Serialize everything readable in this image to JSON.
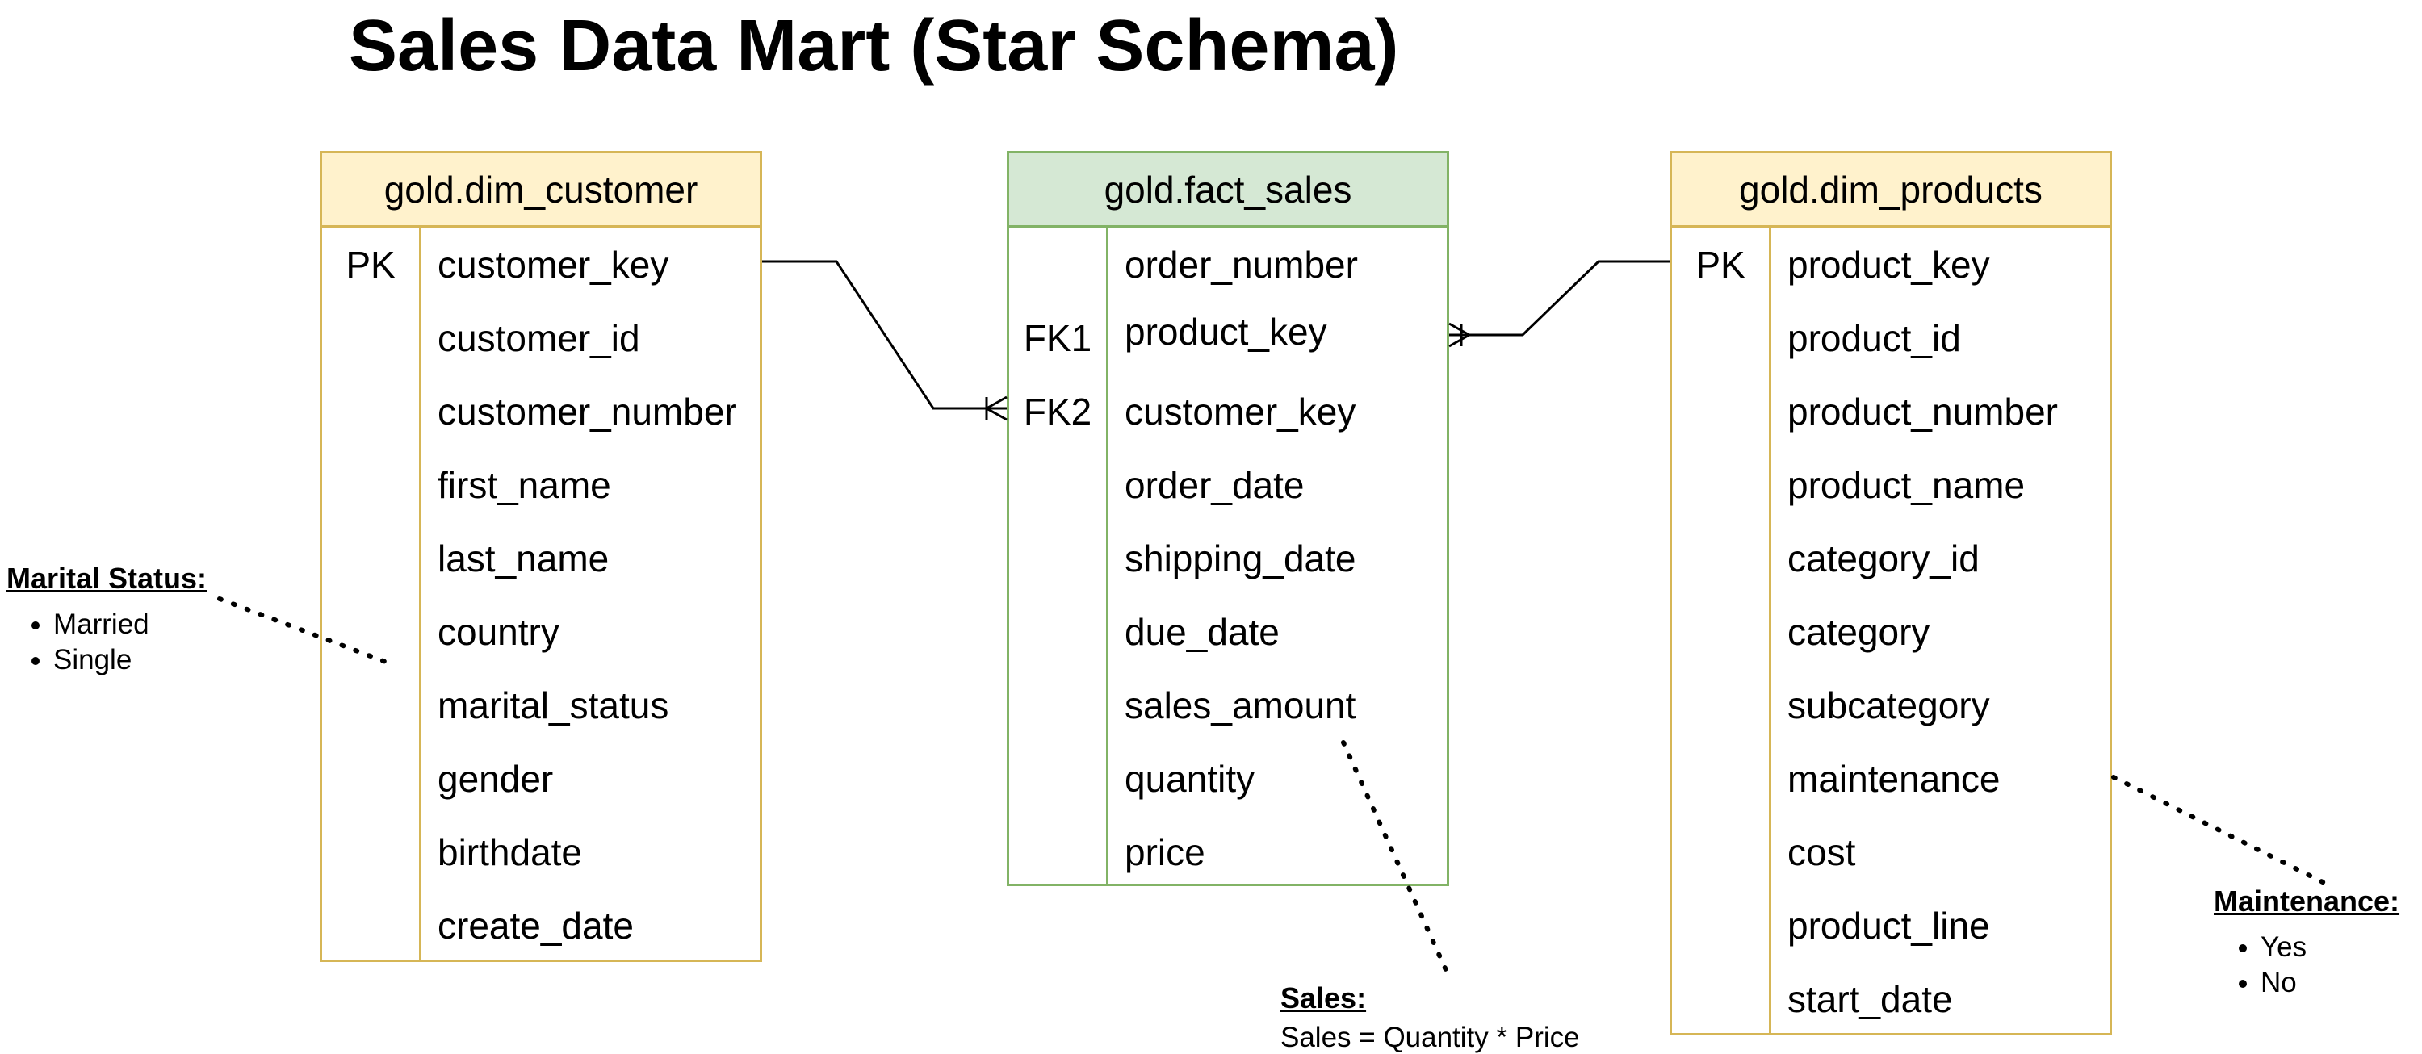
{
  "title": "Sales Data Mart (Star Schema)",
  "tables": {
    "dim_customer": {
      "name": "gold.dim_customer",
      "rows": [
        {
          "key": "PK",
          "field": "customer_key"
        },
        {
          "key": "",
          "field": "customer_id"
        },
        {
          "key": "",
          "field": "customer_number"
        },
        {
          "key": "",
          "field": "first_name"
        },
        {
          "key": "",
          "field": "last_name"
        },
        {
          "key": "",
          "field": "country"
        },
        {
          "key": "",
          "field": "marital_status"
        },
        {
          "key": "",
          "field": "gender"
        },
        {
          "key": "",
          "field": "birthdate"
        },
        {
          "key": "",
          "field": "create_date"
        }
      ]
    },
    "fact_sales": {
      "name": "gold.fact_sales",
      "rows": [
        {
          "key": "",
          "field": "order_number"
        },
        {
          "key": "FK1",
          "field": "product_key"
        },
        {
          "key": "FK2",
          "field": "customer_key"
        },
        {
          "key": "",
          "field": "order_date"
        },
        {
          "key": "",
          "field": "shipping_date"
        },
        {
          "key": "",
          "field": "due_date"
        },
        {
          "key": "",
          "field": "sales_amount"
        },
        {
          "key": "",
          "field": "quantity"
        },
        {
          "key": "",
          "field": "price"
        }
      ]
    },
    "dim_products": {
      "name": "gold.dim_products",
      "rows": [
        {
          "key": "PK",
          "field": "product_key"
        },
        {
          "key": "",
          "field": "product_id"
        },
        {
          "key": "",
          "field": "product_number"
        },
        {
          "key": "",
          "field": "product_name"
        },
        {
          "key": "",
          "field": "category_id"
        },
        {
          "key": "",
          "field": "category"
        },
        {
          "key": "",
          "field": "subcategory"
        },
        {
          "key": "",
          "field": "maintenance"
        },
        {
          "key": "",
          "field": "cost"
        },
        {
          "key": "",
          "field": "product_line"
        },
        {
          "key": "",
          "field": "start_date"
        }
      ]
    }
  },
  "notes": {
    "marital": {
      "title": "Marital Status:",
      "items": [
        "Married",
        "Single"
      ]
    },
    "sales": {
      "title": "Sales:",
      "text": "Sales = Quantity * Price"
    },
    "maintenance": {
      "title": "Maintenance:",
      "items": [
        "Yes",
        "No"
      ]
    }
  },
  "colors": {
    "dimension_fill": "#fff2cc",
    "dimension_border": "#d6b656",
    "fact_fill": "#d5e8d4",
    "fact_border": "#82b366"
  }
}
